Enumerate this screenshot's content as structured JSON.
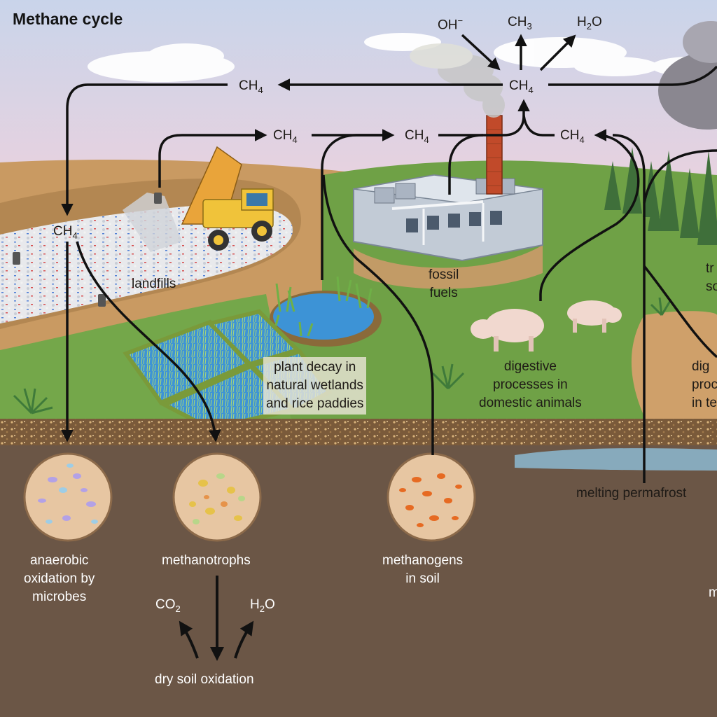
{
  "title": "Methane cycle",
  "formulas": {
    "ch4_main": "CH4",
    "ch4_topleft": "CH4",
    "ch4_left": "CH4",
    "ch4_landfill": "CH4",
    "ch4_wetland": "CH4",
    "ch4_animals": "CH4",
    "oh": "OH−",
    "ch3": "CH3",
    "h2o_top": "H2O",
    "co2": "CO2",
    "h2o_bottom": "H2O"
  },
  "labels": {
    "landfills": "landfills",
    "fossil_fuels": [
      "fossil",
      "fuels"
    ],
    "plant_decay": [
      "plant decay in",
      "natural wetlands",
      "and rice paddies"
    ],
    "digestive_domestic": [
      "digestive",
      "processes in",
      "domestic animals"
    ],
    "digestive_right": [
      "dig",
      "proc",
      "in te"
    ],
    "trees_right": [
      "tr",
      "so"
    ],
    "melting_permafrost": "melting permafrost",
    "anaerobic": [
      "anaerobic",
      "oxidation by",
      "microbes"
    ],
    "methanotrophs": "methanotrophs",
    "methanogens": [
      "methanogens",
      "in soil"
    ],
    "dry_soil": "dry soil oxidation",
    "right_edge": "m"
  },
  "colors": {
    "sky_top": "#c9d4ea",
    "sky_bottom": "#e6d0df",
    "dirt": "#c99a62",
    "grass": "#6fa146",
    "soil": "#6b5646",
    "water": "#3d93d6",
    "arrow": "#111111"
  }
}
